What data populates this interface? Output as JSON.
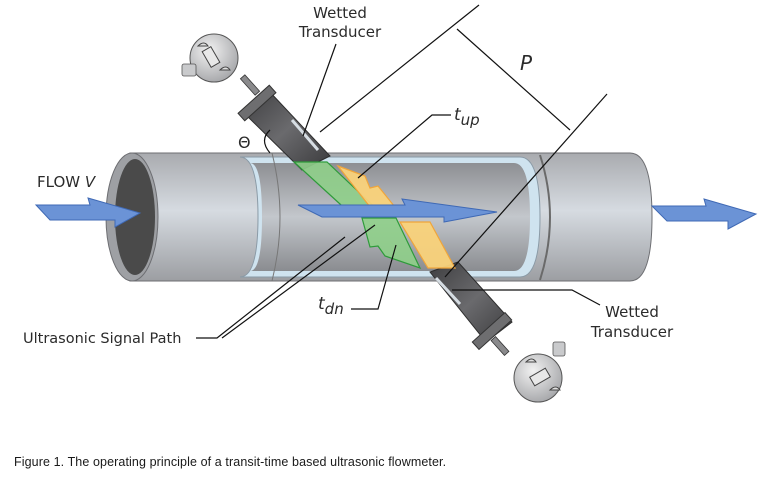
{
  "diagram": {
    "title": "Transit-time ultrasonic flowmeter operating principle",
    "labels": {
      "flow": "FLOW",
      "flow_var": "V",
      "top_transducer_line1": "Wetted",
      "top_transducer_line2": "Transducer",
      "bottom_transducer_line1": "Wetted",
      "bottom_transducer_line2": "Transducer",
      "path_length": "P",
      "angle": "Θ",
      "t_up_base": "t",
      "t_up_sub": "up",
      "t_dn_base": "t",
      "t_dn_sub": "dn",
      "signal_path": "Ultrasonic Signal Path"
    },
    "colors": {
      "pipe": "#b8babd",
      "pipe_highlight": "#d9dde2",
      "pipe_inner": "#4a4a4a",
      "flow_arrow": "#6b93d6",
      "flow_arrow_edge": "#3f69b5",
      "signal_up": "#f9d27a",
      "signal_up_edge": "#f0a53a",
      "signal_dn": "#8fcf8a",
      "signal_dn_edge": "#2e9b3a",
      "liner": "#cfe3ef",
      "transducer": "#5a5a5c"
    }
  },
  "caption": {
    "text": "Figure 1. The operating principle of a transit-time  based ultrasonic flowmeter."
  }
}
